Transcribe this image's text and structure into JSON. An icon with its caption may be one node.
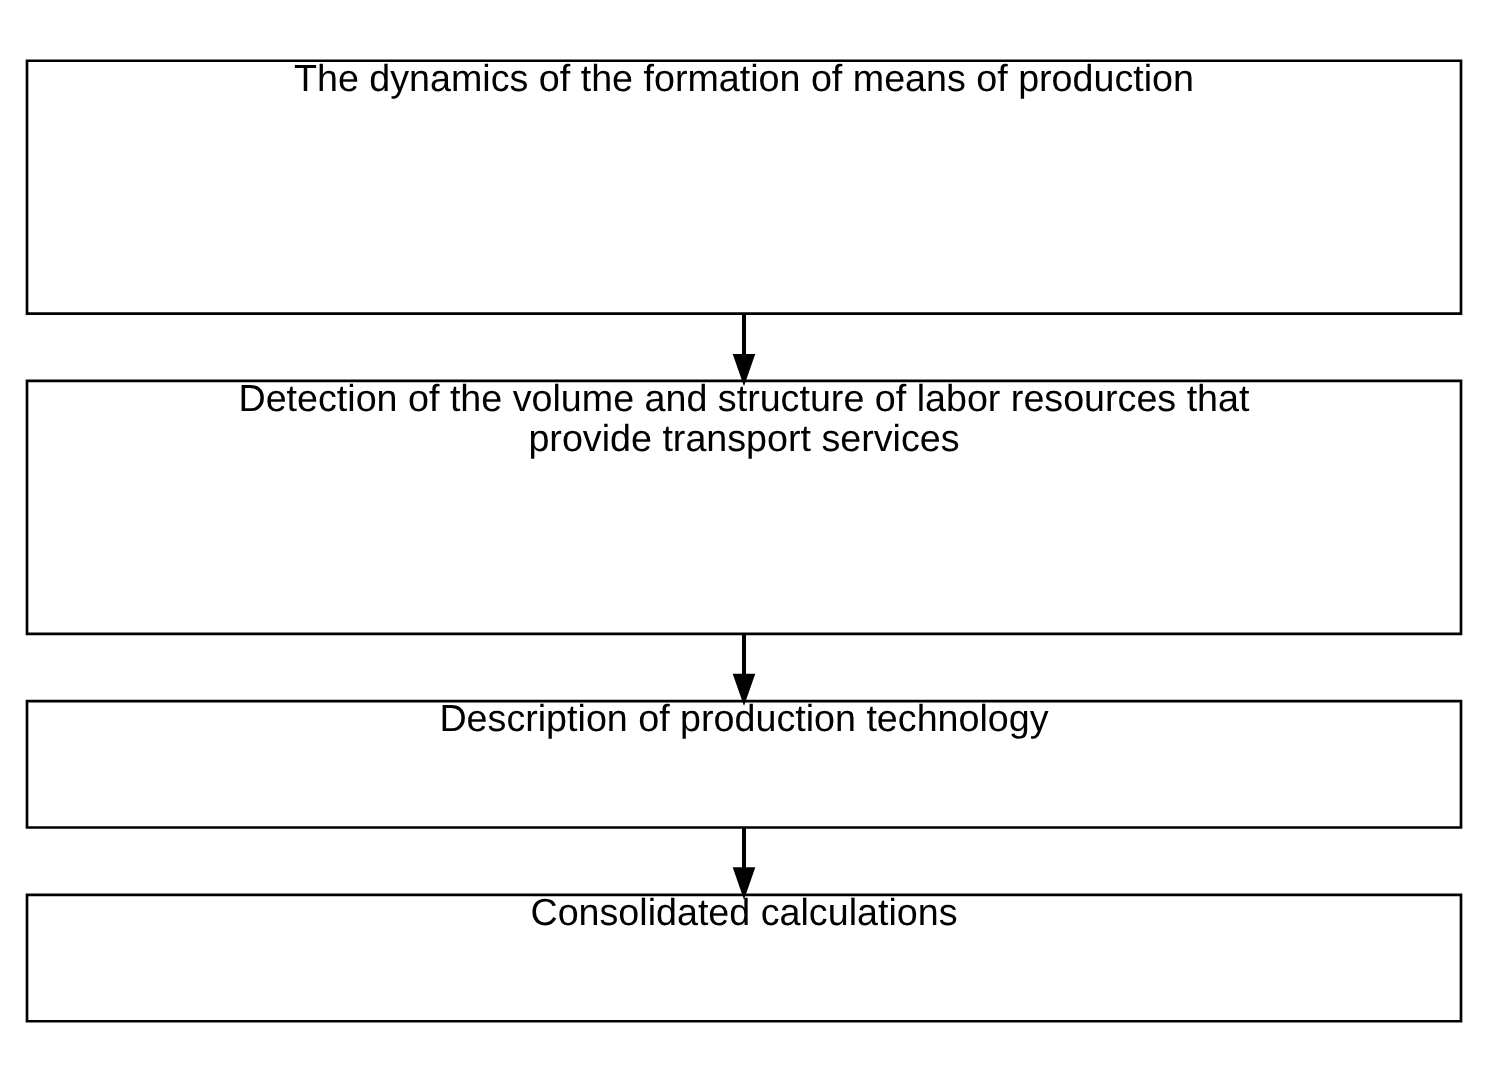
{
  "diagram": {
    "nodes": [
      {
        "text": [
          "The dynamics of the formation of means of production"
        ]
      },
      {
        "text": [
          "Detection of the volume and structure of labor resources that provide transport services"
        ]
      },
      {
        "text": [
          "Description of production technology"
        ]
      },
      {
        "text": [
          "Consolidated calculations"
        ]
      }
    ],
    "edges": [
      {
        "from": 0,
        "to": 1,
        "arrow": "to"
      },
      {
        "from": 1,
        "to": 2,
        "arrow": "to"
      },
      {
        "from": 2,
        "to": 3,
        "arrow": "to"
      }
    ]
  }
}
